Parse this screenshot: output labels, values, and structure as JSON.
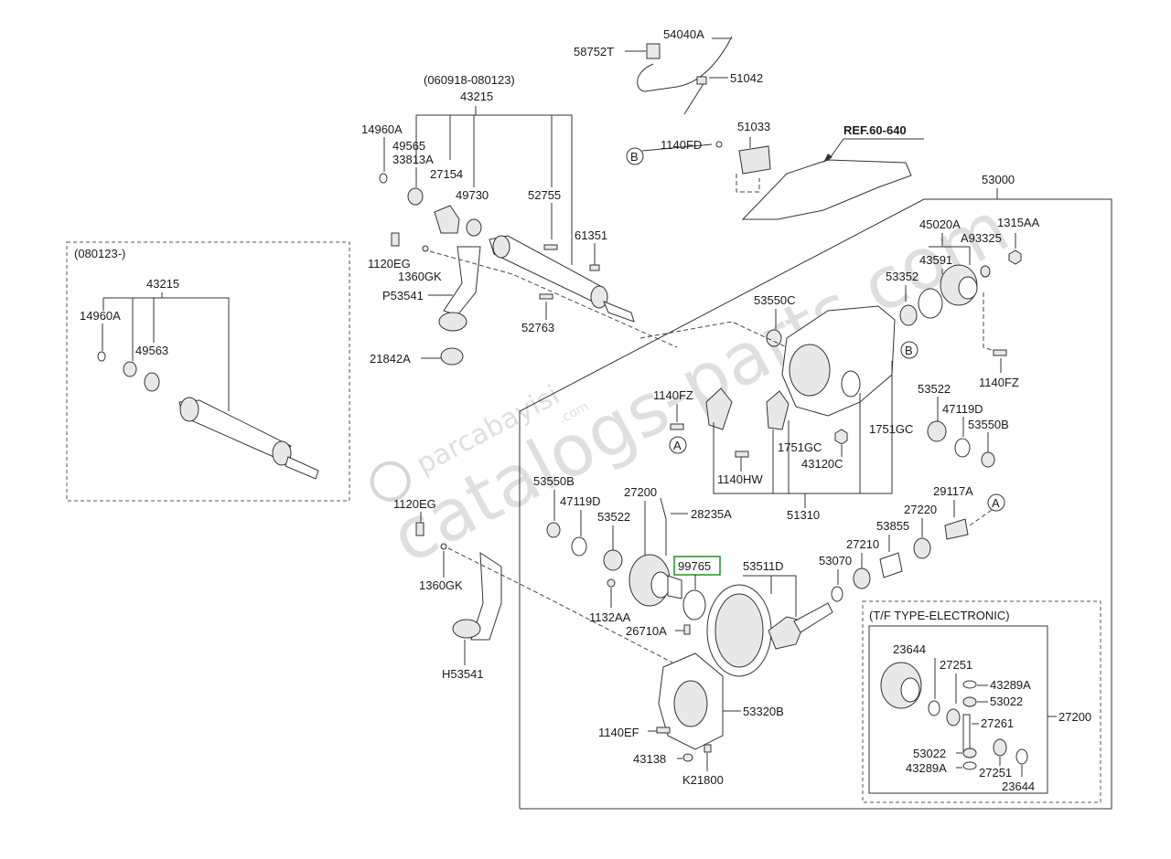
{
  "watermark": {
    "main": "catalogs-parts.com",
    "sub": "parcabayisi",
    "sub2": ".com"
  },
  "inset_left": {
    "title": "(080123-)"
  },
  "inset_right": {
    "title": "(T/F TYPE-ELECTRONIC)"
  },
  "ref_label": "REF.60-640",
  "highlight_color": "#2a9d2a",
  "callouts": {
    "c1": "A",
    "c2": "B",
    "c3": "A",
    "c4": "B",
    "c5": "A"
  },
  "labels": {
    "l54040A": "54040A",
    "l58752T": "58752T",
    "l51042": "51042",
    "l51033": "51033",
    "l1140FD": "1140FD",
    "lRange": "(060918-080123)",
    "l43215a": "43215",
    "l14960Aa": "14960A",
    "l49565": "49565",
    "l33813A": "33813A",
    "l27154": "27154",
    "l49730": "49730",
    "l52755": "52755",
    "l61351": "61351",
    "l1120EGa": "1120EG",
    "l1360GKa": "1360GK",
    "lP53541": "P53541",
    "l52763": "52763",
    "l21842A": "21842A",
    "l53000": "53000",
    "l45020A": "45020A",
    "l1315AA": "1315AA",
    "lA93325": "A93325",
    "l43591": "43591",
    "l53352": "53352",
    "l53550Ca": "53550C",
    "l1140FZa": "1140FZ",
    "l1140FZb": "1140FZ",
    "l53522a": "53522",
    "l47119Da": "47119D",
    "l1751GCa": "1751GC",
    "l1751GCb": "1751GC",
    "l53550Ba": "53550B",
    "l43120C": "43120C",
    "l1140HW": "1140HW",
    "l43215b": "43215",
    "l14960Ab": "14960A",
    "l49563": "49563",
    "l53550Bb": "53550B",
    "l47119Db": "47119D",
    "l27200a": "27200",
    "l53522b": "53522",
    "l28235A": "28235A",
    "l51310": "51310",
    "l29117A": "29117A",
    "l27220": "27220",
    "l53855": "53855",
    "l27210": "27210",
    "l53070": "53070",
    "l99765": "99765",
    "l53511D": "53511D",
    "l1132AA": "1132AA",
    "l26710A": "26710A",
    "l1120EGb": "1120EG",
    "l1360GKb": "1360GK",
    "lH53541": "H53541",
    "l53320B": "53320B",
    "l1140EF": "1140EF",
    "l43138": "43138",
    "lK21800": "K21800",
    "l23644a": "23644",
    "l27251a": "27251",
    "l43289Aa": "43289A",
    "l53022a": "53022",
    "l27200b": "27200",
    "l27261": "27261",
    "l53022b": "53022",
    "l43289Ab": "43289A",
    "l27251b": "27251",
    "l23644b": "23644"
  }
}
